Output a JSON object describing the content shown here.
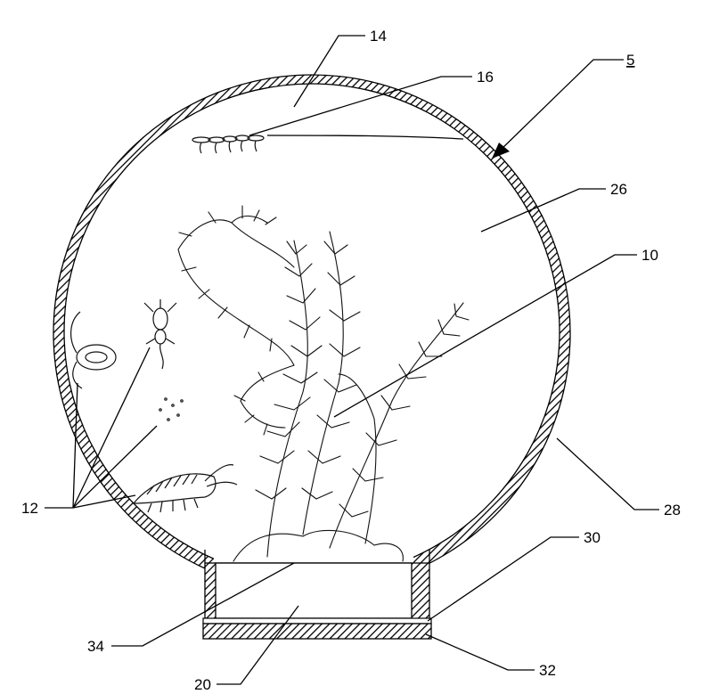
{
  "figure": {
    "reference_numerals": {
      "device": "5",
      "air_space": "14",
      "surface_organisms": "16",
      "water": "26",
      "plant": "10",
      "organisms": "12",
      "wall": "28",
      "base_top": "30",
      "base_bottom": "32",
      "substrate_surface": "34",
      "base": "20"
    },
    "colors": {
      "line": "#000000",
      "background": "#ffffff"
    }
  }
}
